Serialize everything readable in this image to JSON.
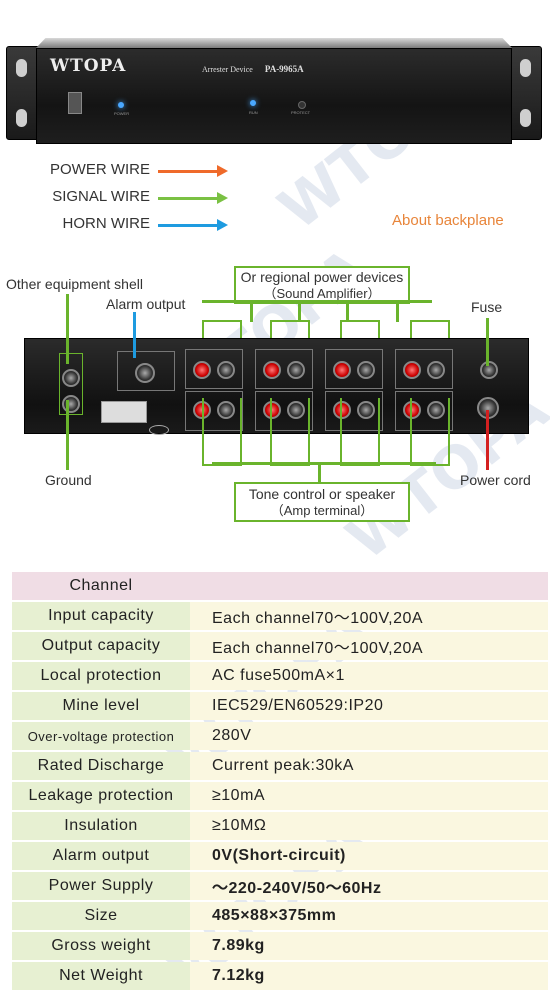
{
  "device": {
    "logo": "WTOPA",
    "model_name": "Arrester Device",
    "model_no": "PA-9965A",
    "power_label": "POWER",
    "run_label": "RUN",
    "protect_label": "PROTECT"
  },
  "legend": [
    {
      "label": "POWER WIRE",
      "color": "#ef6a2a"
    },
    {
      "label": "SIGNAL WIRE",
      "color": "#7ac143"
    },
    {
      "label": "HORN WIRE",
      "color": "#1e9be0"
    }
  ],
  "about_backplane": "About backplane",
  "callouts": {
    "equipment_shell": "Other equipment shell",
    "alarm_output": "Alarm output",
    "regional_power_1": "Or regional power devices",
    "regional_power_2": "（Sound Amplifier）",
    "fuse": "Fuse",
    "ground": "Ground",
    "tone_control_1": "Tone control or speaker",
    "tone_control_2": "（Amp terminal）",
    "power_cord": "Power cord"
  },
  "colors": {
    "signal_green": "#6ab42c",
    "power_red": "#d42020",
    "alarm_blue": "#1e9be0",
    "about_orange": "#e8853a"
  },
  "spec": {
    "header": "Channel",
    "rows": [
      {
        "label": "Input capacity",
        "value": "Each channel70～100V,20A",
        "bold": false
      },
      {
        "label": "Output capacity",
        "value": "Each channel70～100V,20A",
        "bold": false
      },
      {
        "label": "Local protection",
        "value": "AC fuse500mA×1",
        "bold": false
      },
      {
        "label": "Mine level",
        "value": "IEC529/EN60529:IP20",
        "bold": false
      },
      {
        "label": "Over-voltage protection",
        "value": "280V",
        "bold": false
      },
      {
        "label": "Rated Discharge",
        "value": "Current peak:30kA",
        "bold": false
      },
      {
        "label": "Leakage protection",
        "value": "≥10mA",
        "bold": false
      },
      {
        "label": "Insulation",
        "value": "≥10MΩ",
        "bold": false
      },
      {
        "label": "Alarm output",
        "value": "0V(Short-circuit)",
        "bold": true
      },
      {
        "label": "Power Supply",
        "value": "～220-240V/50～60Hz",
        "bold": true
      },
      {
        "label": "Size",
        "value": "485×88×375mm",
        "bold": true
      },
      {
        "label": "Gross weight",
        "value": "7.89kg",
        "bold": true
      },
      {
        "label": "Net Weight",
        "value": "7.12kg",
        "bold": true
      }
    ]
  }
}
